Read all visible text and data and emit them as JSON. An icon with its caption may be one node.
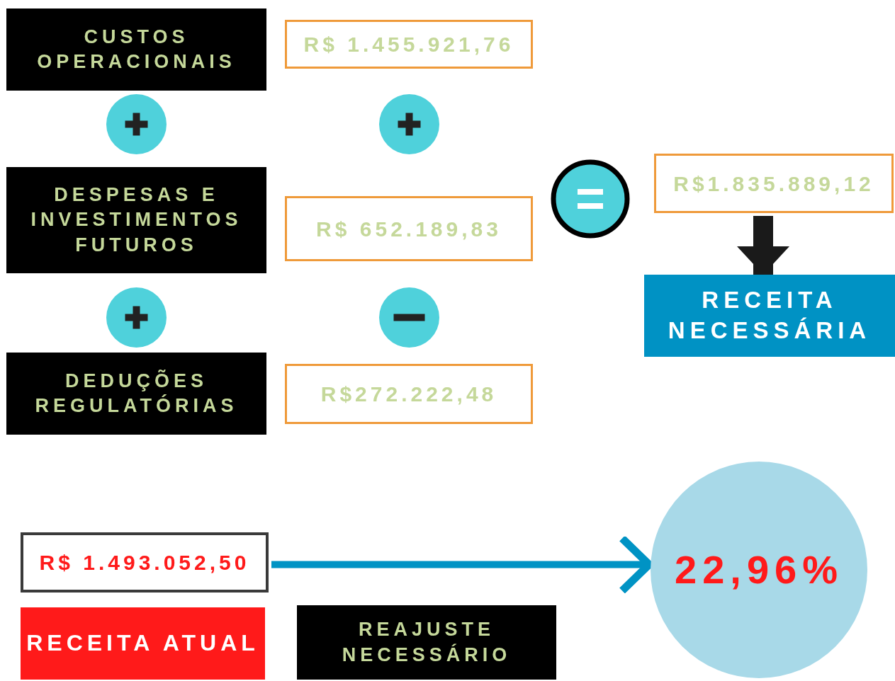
{
  "diagram": {
    "nodes": [
      {
        "text": [
          "CUSTOS OPERACIONAIS"
        ]
      },
      {
        "text": [
          "R$ 1.455.921,76"
        ]
      },
      {
        "text": [],
        "shape": "plus"
      },
      {
        "text": [],
        "shape": "plus"
      },
      {
        "text": [
          "DESPESAS E INVESTIMENTOS FUTUROS"
        ]
      },
      {
        "text": [
          "R$ 652.189,83"
        ]
      },
      {
        "text": [],
        "shape": "equals"
      },
      {
        "text": [
          "R$1.835.889,12"
        ]
      },
      {
        "text": [
          "RECEITA NECESSÁRIA"
        ]
      },
      {
        "text": [],
        "shape": "plus"
      },
      {
        "text": [],
        "shape": "minus"
      },
      {
        "text": [
          "DEDUÇÕES REGULATÓRIAS"
        ]
      },
      {
        "text": [
          "R$272.222,48"
        ]
      },
      {
        "text": [
          "R$ 1.493.052,50"
        ]
      },
      {
        "text": [
          "RECEITA ATUAL"
        ]
      },
      {
        "text": [
          "REAJUSTE NECESSÁRIO"
        ]
      },
      {
        "text": [
          "22,96%"
        ]
      }
    ],
    "edges": [
      {
        "from": 7,
        "to": 8,
        "arrow": "to",
        "style": "thick",
        "color": "#1a1a1a"
      },
      {
        "from": 13,
        "to": 16,
        "arrow": "to",
        "color": "#0093c4"
      }
    ]
  }
}
